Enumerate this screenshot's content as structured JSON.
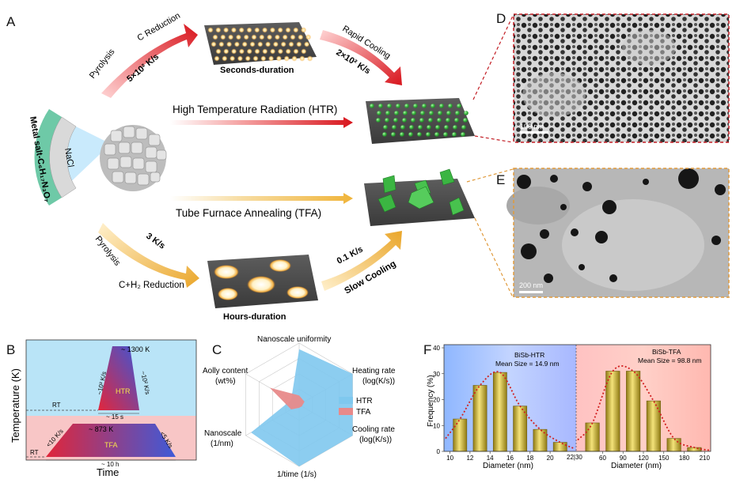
{
  "panels": {
    "A": "A",
    "B": "B",
    "C": "C",
    "D": "D",
    "E": "E",
    "F": "F"
  },
  "schematic": {
    "precursor_label": "Metal salt-C₆H₁₇N₃O₇",
    "salt_label": "NaCl",
    "top_step1": "Pyrolysis",
    "top_step2": "C Reduction",
    "top_rate1": "5×10² K/s",
    "top_mid_caption": "Seconds-duration",
    "top_cool": "Rapid Cooling",
    "top_cool_rate": "2×10² K/s",
    "htr_label": "High Temperature Radiation (HTR)",
    "tfa_label": "Tube Furnace Annealing (TFA)",
    "bot_step1": "Pyrolysis",
    "bot_rate1": "3 K/s",
    "bot_step2": "C+H₂ Reduction",
    "bot_mid_caption": "Hours-duration",
    "bot_cool_rate": "0.1 K/s",
    "bot_cool": "Slow Cooling"
  },
  "micrographs": {
    "D_scale": "100 nm",
    "E_scale": "200 nm"
  },
  "panel_b": {
    "ylabel": "Temperature (K)",
    "xlabel": "Time",
    "htr_peak": "~ 1300 K",
    "htr_heat": "~10³ K/s",
    "htr_cool": "~10² K/s",
    "htr_name": "HTR",
    "htr_time": "~ 15 s",
    "rt1": "RT",
    "tfa_peak": "~ 873 K",
    "tfa_heat": "<10 K/s",
    "tfa_cool": "<5 K/s",
    "tfa_name": "TFA",
    "tfa_time": "~ 10 h",
    "rt2": "RT"
  },
  "panel_c": {
    "axes": [
      "Nanoscale uniformity",
      "Heating rate\n(log(K/s))",
      "Cooling rate\n(log(K/s))",
      "1/time (1/s)",
      "Nanoscale\n(1/nm)",
      "Aolly content\n(wt%)"
    ],
    "legend_htr": "HTR",
    "legend_tfa": "TFA",
    "htr_color": "#7fc8ee",
    "tfa_color": "#e88a8a"
  },
  "chart_data": [
    {
      "type": "bar",
      "title": "BiSb-HTR",
      "annotation": "Mean Size = 14.9 nm",
      "xlabel": "Diameter  (nm)",
      "ylabel": "Frequency (%)",
      "ylim": [
        0,
        40
      ],
      "yticks": [
        0,
        10,
        20,
        30,
        40
      ],
      "xticks": [
        "10",
        "12",
        "14",
        "16",
        "18",
        "20",
        "22"
      ],
      "categories": [
        "11",
        "13",
        "15",
        "17",
        "19",
        "21"
      ],
      "values": [
        12.5,
        25.5,
        30.5,
        17.5,
        8.5,
        3.5
      ]
    },
    {
      "type": "bar",
      "title": "BiSb-TFA",
      "annotation": "Mean Size = 98.8 nm",
      "xlabel": "Diameter  (nm)",
      "ylim": [
        0,
        40
      ],
      "xticks": [
        "30",
        "60",
        "90",
        "120",
        "150",
        "180",
        "210"
      ],
      "categories": [
        "45",
        "75",
        "105",
        "135",
        "165",
        "195"
      ],
      "values": [
        11,
        31,
        31,
        19.5,
        5,
        1.5
      ]
    }
  ],
  "panel_f": {
    "split_label": "22|30"
  },
  "colors": {
    "red_arrow": "#d8151d",
    "orange_arrow": "#f0b43a",
    "green_particle": "#3fbf45",
    "bar_gold": "#d2bb33",
    "fit_red": "#d11f1f"
  }
}
